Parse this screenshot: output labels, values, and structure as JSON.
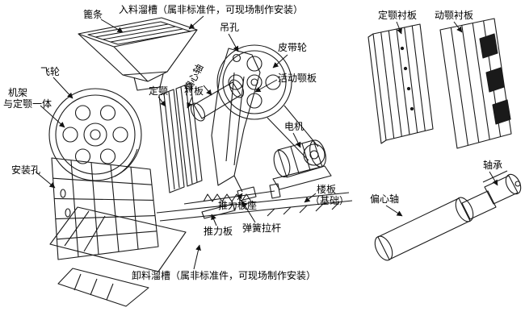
{
  "diagram": {
    "type": "technical-line-drawing",
    "subject_parts_count": 21
  },
  "labels": {
    "grate_bars": "篦条",
    "feed_chute": "入料溜槽（属非标准件，可现场制作安装）",
    "lifting_hole": "吊孔",
    "belt_pulley": "皮带轮",
    "fixed_jaw_liner": "定颚衬板",
    "movable_jaw_liner": "动颚衬板",
    "flywheel": "飞轮",
    "eccentric_shaft": "偏心轴",
    "fixed_jaw": "定颚",
    "liner_plate": "衬板",
    "movable_jaw_plate": "活动颚板",
    "frame_line1": "机架",
    "frame_line2": "与定颚一体",
    "motor": "电机",
    "mounting_hole": "安装孔",
    "thrust_plate_seat": "推力板座",
    "floor_line1": "楼板",
    "floor_line2": "（基础）",
    "thrust_plate": "推力板",
    "spring_tie_rod": "弹簧拉杆",
    "discharge_chute": "卸料溜槽（属非标准件，可现场制作安装）",
    "bearing": "轴承",
    "eccentric_shaft_part": "偏心轴"
  },
  "colors": {
    "line": "#1a1a1a",
    "background": "#ffffff",
    "dark_fill": "#1a1a1a"
  }
}
